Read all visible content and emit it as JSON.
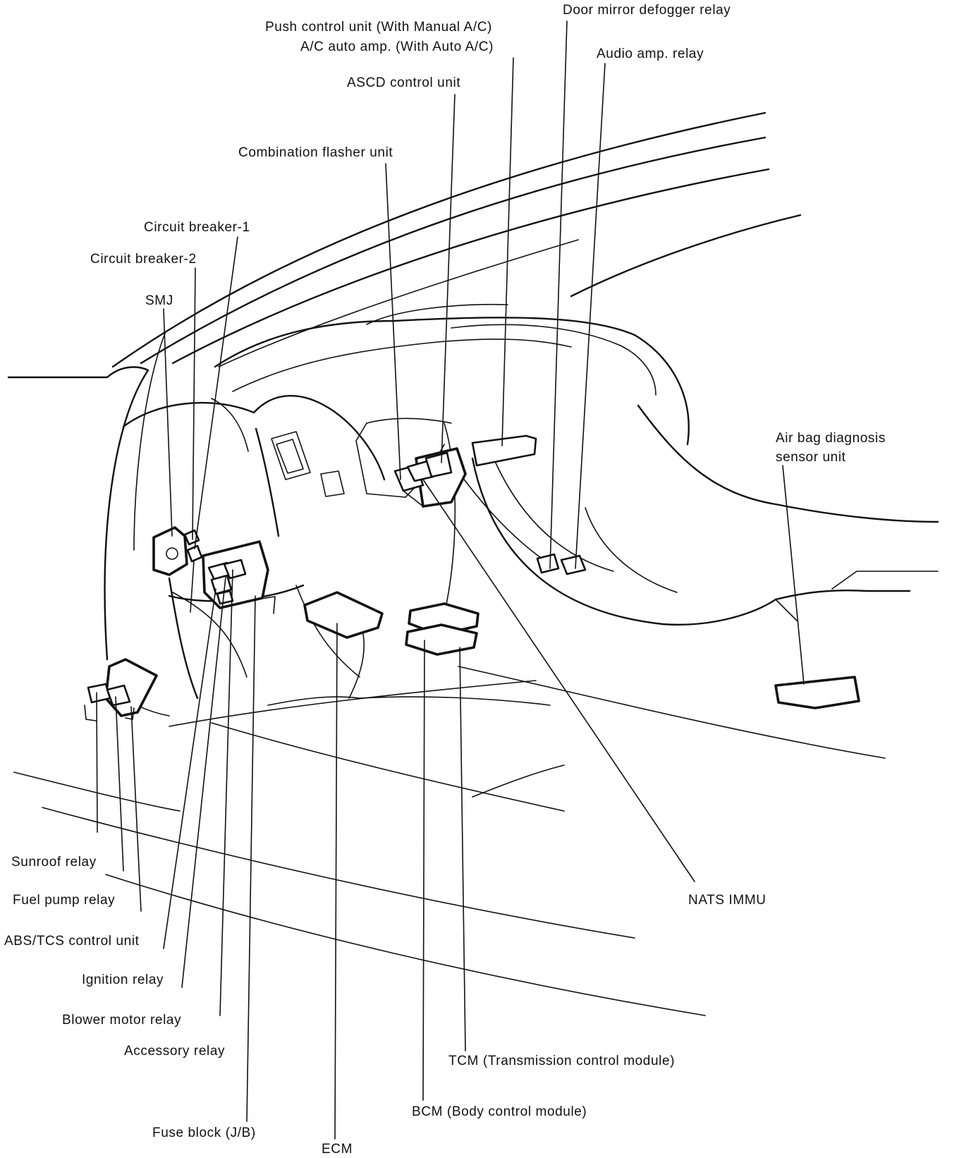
{
  "labels": {
    "door_mirror_defogger_relay": "Door mirror defogger relay",
    "push_control_unit": "Push control unit (With Manual A/C)",
    "ac_auto_amp": "A/C auto amp. (With Auto A/C)",
    "audio_amp_relay": "Audio amp. relay",
    "ascd_control_unit": "ASCD control unit",
    "combination_flasher_unit": "Combination flasher unit",
    "circuit_breaker_1": "Circuit breaker-1",
    "circuit_breaker_2": "Circuit breaker-2",
    "smj": "SMJ",
    "air_bag_diagnosis_line1": "Air bag diagnosis",
    "air_bag_diagnosis_line2": "sensor unit",
    "sunroof_relay": "Sunroof relay",
    "fuel_pump_relay": "Fuel pump relay",
    "abs_tcs_control_unit": "ABS/TCS control unit",
    "ignition_relay": "Ignition relay",
    "blower_motor_relay": "Blower motor relay",
    "accessory_relay": "Accessory relay",
    "fuse_block": "Fuse block (J/B)",
    "ecm": "ECM",
    "bcm": "BCM (Body control module)",
    "tcm": "TCM (Transmission control module)",
    "nats_immu": "NATS IMMU"
  }
}
